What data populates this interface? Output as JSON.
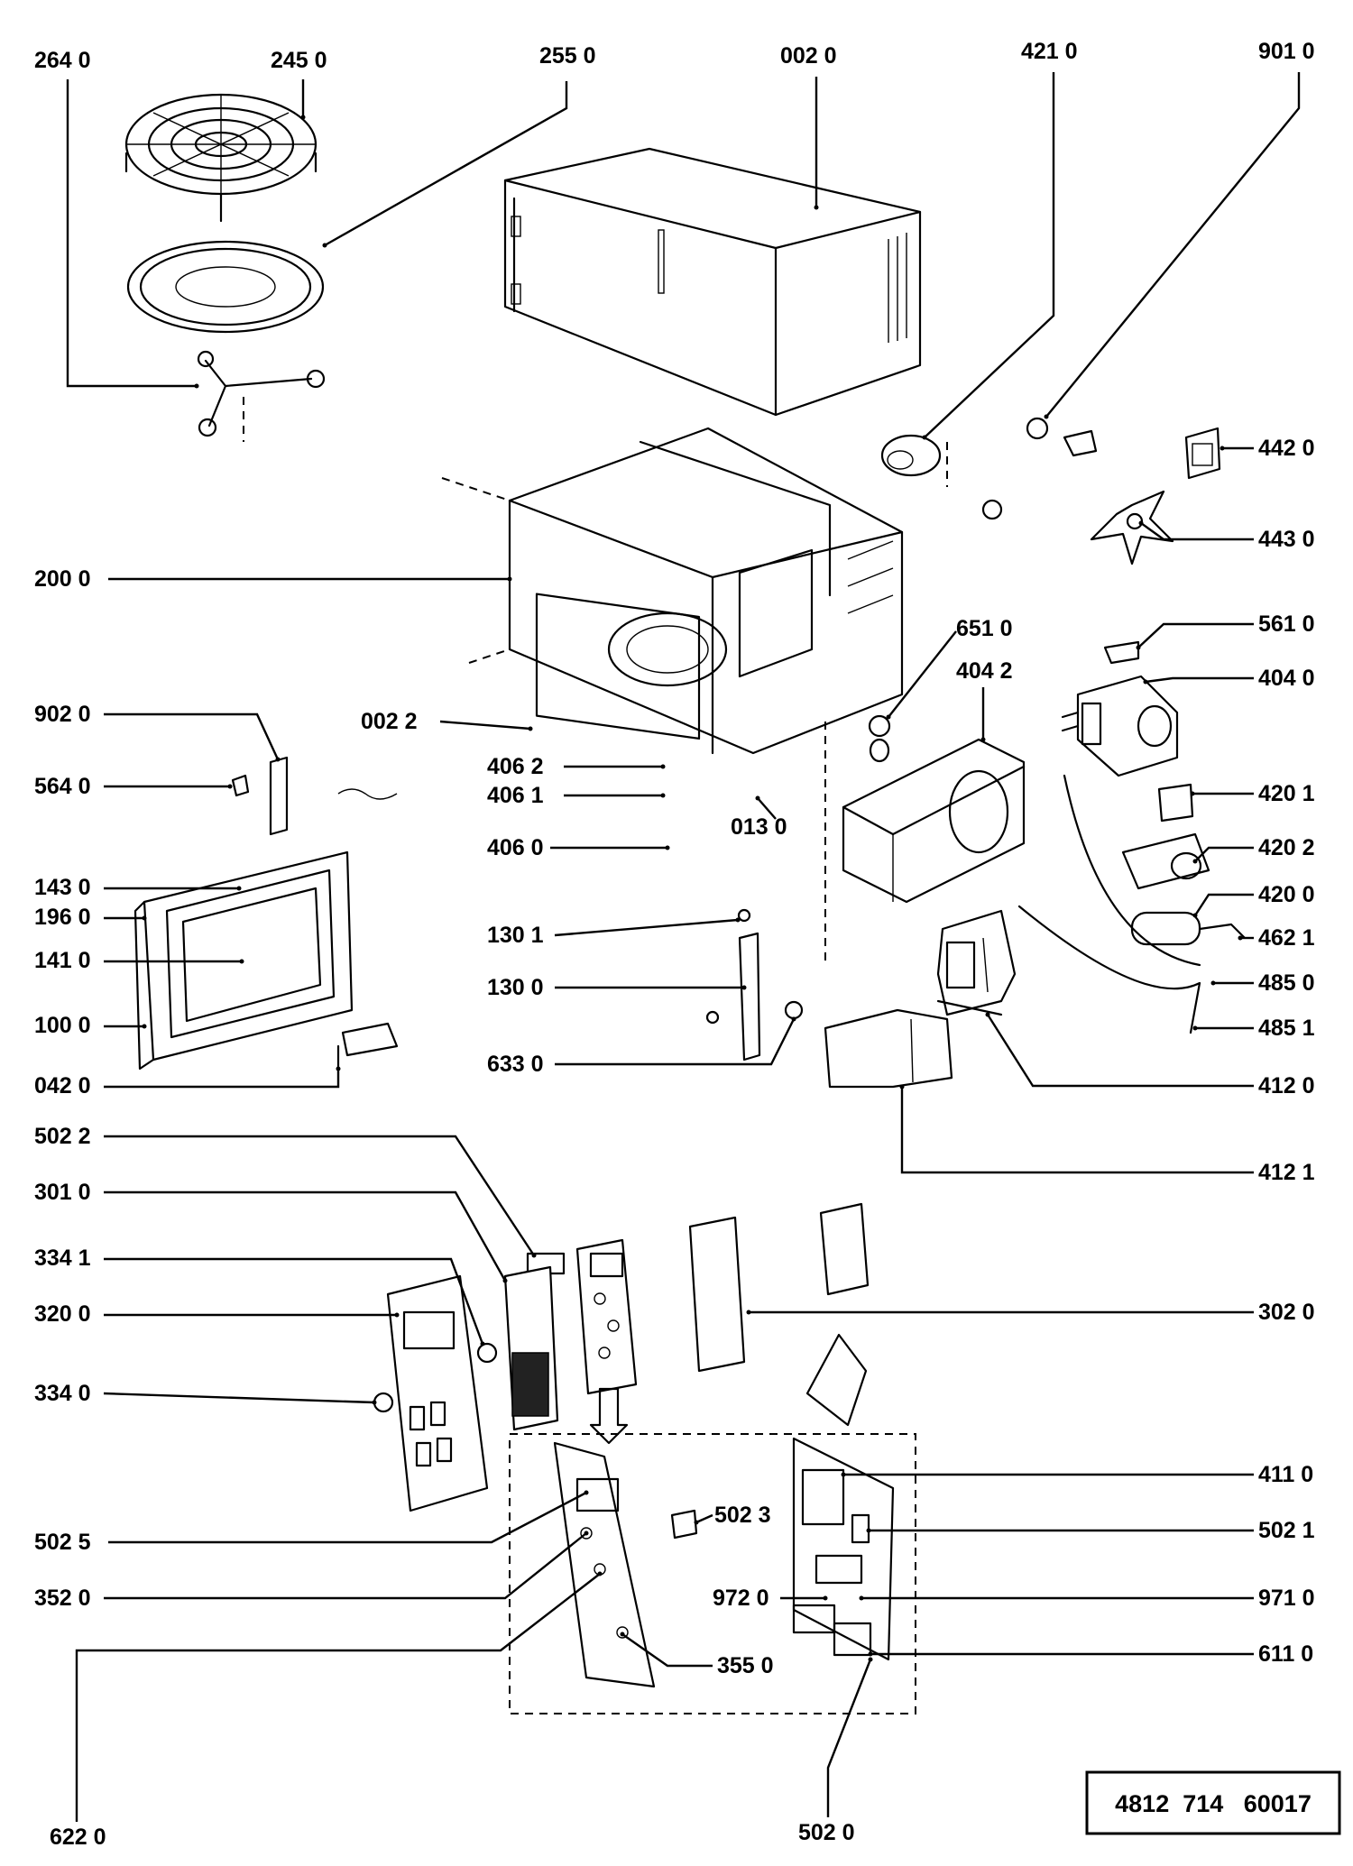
{
  "document_code": "4812  714   60017",
  "callouts": [
    {
      "id": "2640",
      "text": "264 0"
    },
    {
      "id": "2450",
      "text": "245 0"
    },
    {
      "id": "2550",
      "text": "255  0"
    },
    {
      "id": "0020",
      "text": "002 0"
    },
    {
      "id": "4210",
      "text": "421 0"
    },
    {
      "id": "9010",
      "text": "901 0"
    },
    {
      "id": "4420",
      "text": "442 0"
    },
    {
      "id": "4430",
      "text": "443 0"
    },
    {
      "id": "2000",
      "text": "200 0"
    },
    {
      "id": "6510",
      "text": "651 0"
    },
    {
      "id": "5610",
      "text": "561 0"
    },
    {
      "id": "4042",
      "text": "404  2"
    },
    {
      "id": "4040",
      "text": "404 0"
    },
    {
      "id": "9020",
      "text": "902 0"
    },
    {
      "id": "0022",
      "text": "002  2"
    },
    {
      "id": "4062",
      "text": "406  2"
    },
    {
      "id": "4061",
      "text": "406  1"
    },
    {
      "id": "5640",
      "text": "564 0"
    },
    {
      "id": "4201",
      "text": "420 1"
    },
    {
      "id": "0130",
      "text": "013  0"
    },
    {
      "id": "4060",
      "text": "406 0"
    },
    {
      "id": "4202",
      "text": "420 2"
    },
    {
      "id": "1430",
      "text": "143 0"
    },
    {
      "id": "4200",
      "text": "420 0"
    },
    {
      "id": "1960",
      "text": "196 0"
    },
    {
      "id": "1301",
      "text": "130 1"
    },
    {
      "id": "4621",
      "text": "462 1"
    },
    {
      "id": "1410",
      "text": "141 0"
    },
    {
      "id": "4850",
      "text": "485 0"
    },
    {
      "id": "1300",
      "text": "130  0"
    },
    {
      "id": "1000",
      "text": "100 0"
    },
    {
      "id": "4851",
      "text": "485 1"
    },
    {
      "id": "6330",
      "text": "633 0"
    },
    {
      "id": "0420",
      "text": "042 0"
    },
    {
      "id": "4120",
      "text": "412 0"
    },
    {
      "id": "5022",
      "text": "502 2"
    },
    {
      "id": "4121",
      "text": "412 1"
    },
    {
      "id": "3010",
      "text": "301 0"
    },
    {
      "id": "3341",
      "text": "334 1"
    },
    {
      "id": "3200",
      "text": "320 0"
    },
    {
      "id": "3020",
      "text": "302 0"
    },
    {
      "id": "3340",
      "text": "334 0"
    },
    {
      "id": "4110",
      "text": "411  0"
    },
    {
      "id": "5023",
      "text": "502 3"
    },
    {
      "id": "5025",
      "text": "502  5"
    },
    {
      "id": "5021",
      "text": "502 1"
    },
    {
      "id": "3520",
      "text": "352 0"
    },
    {
      "id": "9720",
      "text": "972 0"
    },
    {
      "id": "9710",
      "text": "971 0"
    },
    {
      "id": "3550",
      "text": "355 0"
    },
    {
      "id": "6110",
      "text": "611 0"
    },
    {
      "id": "6220",
      "text": "622 0"
    },
    {
      "id": "5020",
      "text": "502  0"
    }
  ]
}
